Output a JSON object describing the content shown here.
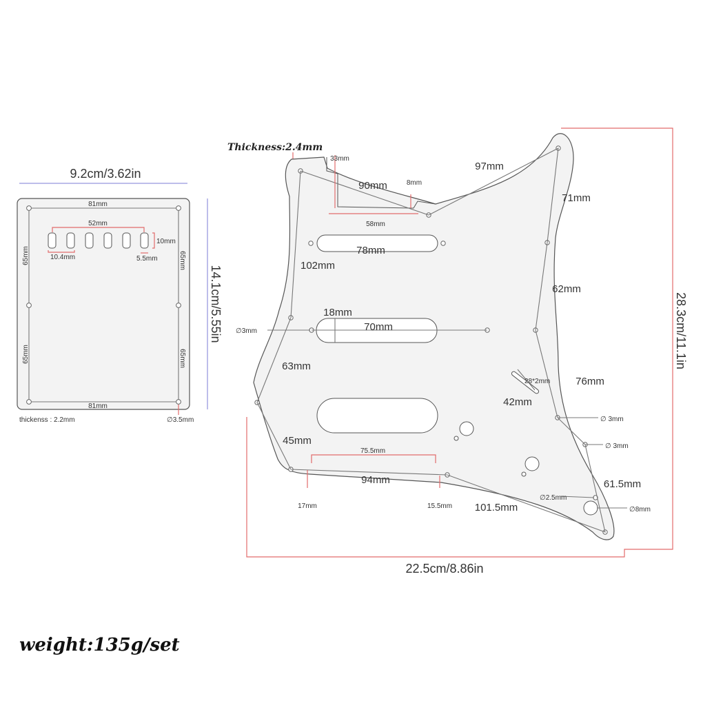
{
  "tremolo_cover": {
    "width_label": "9.2cm/3.62in",
    "height_label": "14.1cm/5.55in",
    "top_span": "81mm",
    "bottom_span": "81mm",
    "slot_span": "52mm",
    "slot_height": "10mm",
    "slot_width": "10.4mm",
    "slot_gap": "5.5mm",
    "left_upper": "65mm",
    "left_lower": "65mm",
    "right_upper": "65mm",
    "right_lower": "65mm",
    "thickness": "thickenss : 2.2mm",
    "screw_dia": "∅3.5mm"
  },
  "pickguard": {
    "thickness": "Thickness:2.4mm",
    "width_label": "22.5cm/8.86in",
    "height_label": "28.3cm/11.1in",
    "dims": {
      "d33": "33mm",
      "d90": "90mm",
      "d8": "8mm",
      "d58": "58mm",
      "d97": "97mm",
      "d71": "71mm",
      "d78": "78mm",
      "d102": "102mm",
      "d62": "62mm",
      "d18": "18mm",
      "d70": "70mm",
      "dia3_left": "∅3mm",
      "d63": "63mm",
      "d28x2": "28*2mm",
      "d76": "76mm",
      "d42": "42mm",
      "dia3_r1": "∅ 3mm",
      "dia3_r2": "∅ 3mm",
      "d45": "45mm",
      "d75_5": "75.5mm",
      "d94": "94mm",
      "d61_5": "61.5mm",
      "dia2_5": "∅2.5mm",
      "dia8": "∅8mm",
      "d17": "17mm",
      "d15_5": "15.5mm",
      "d101_5": "101.5mm"
    }
  },
  "weight": "weight:135g/set"
}
